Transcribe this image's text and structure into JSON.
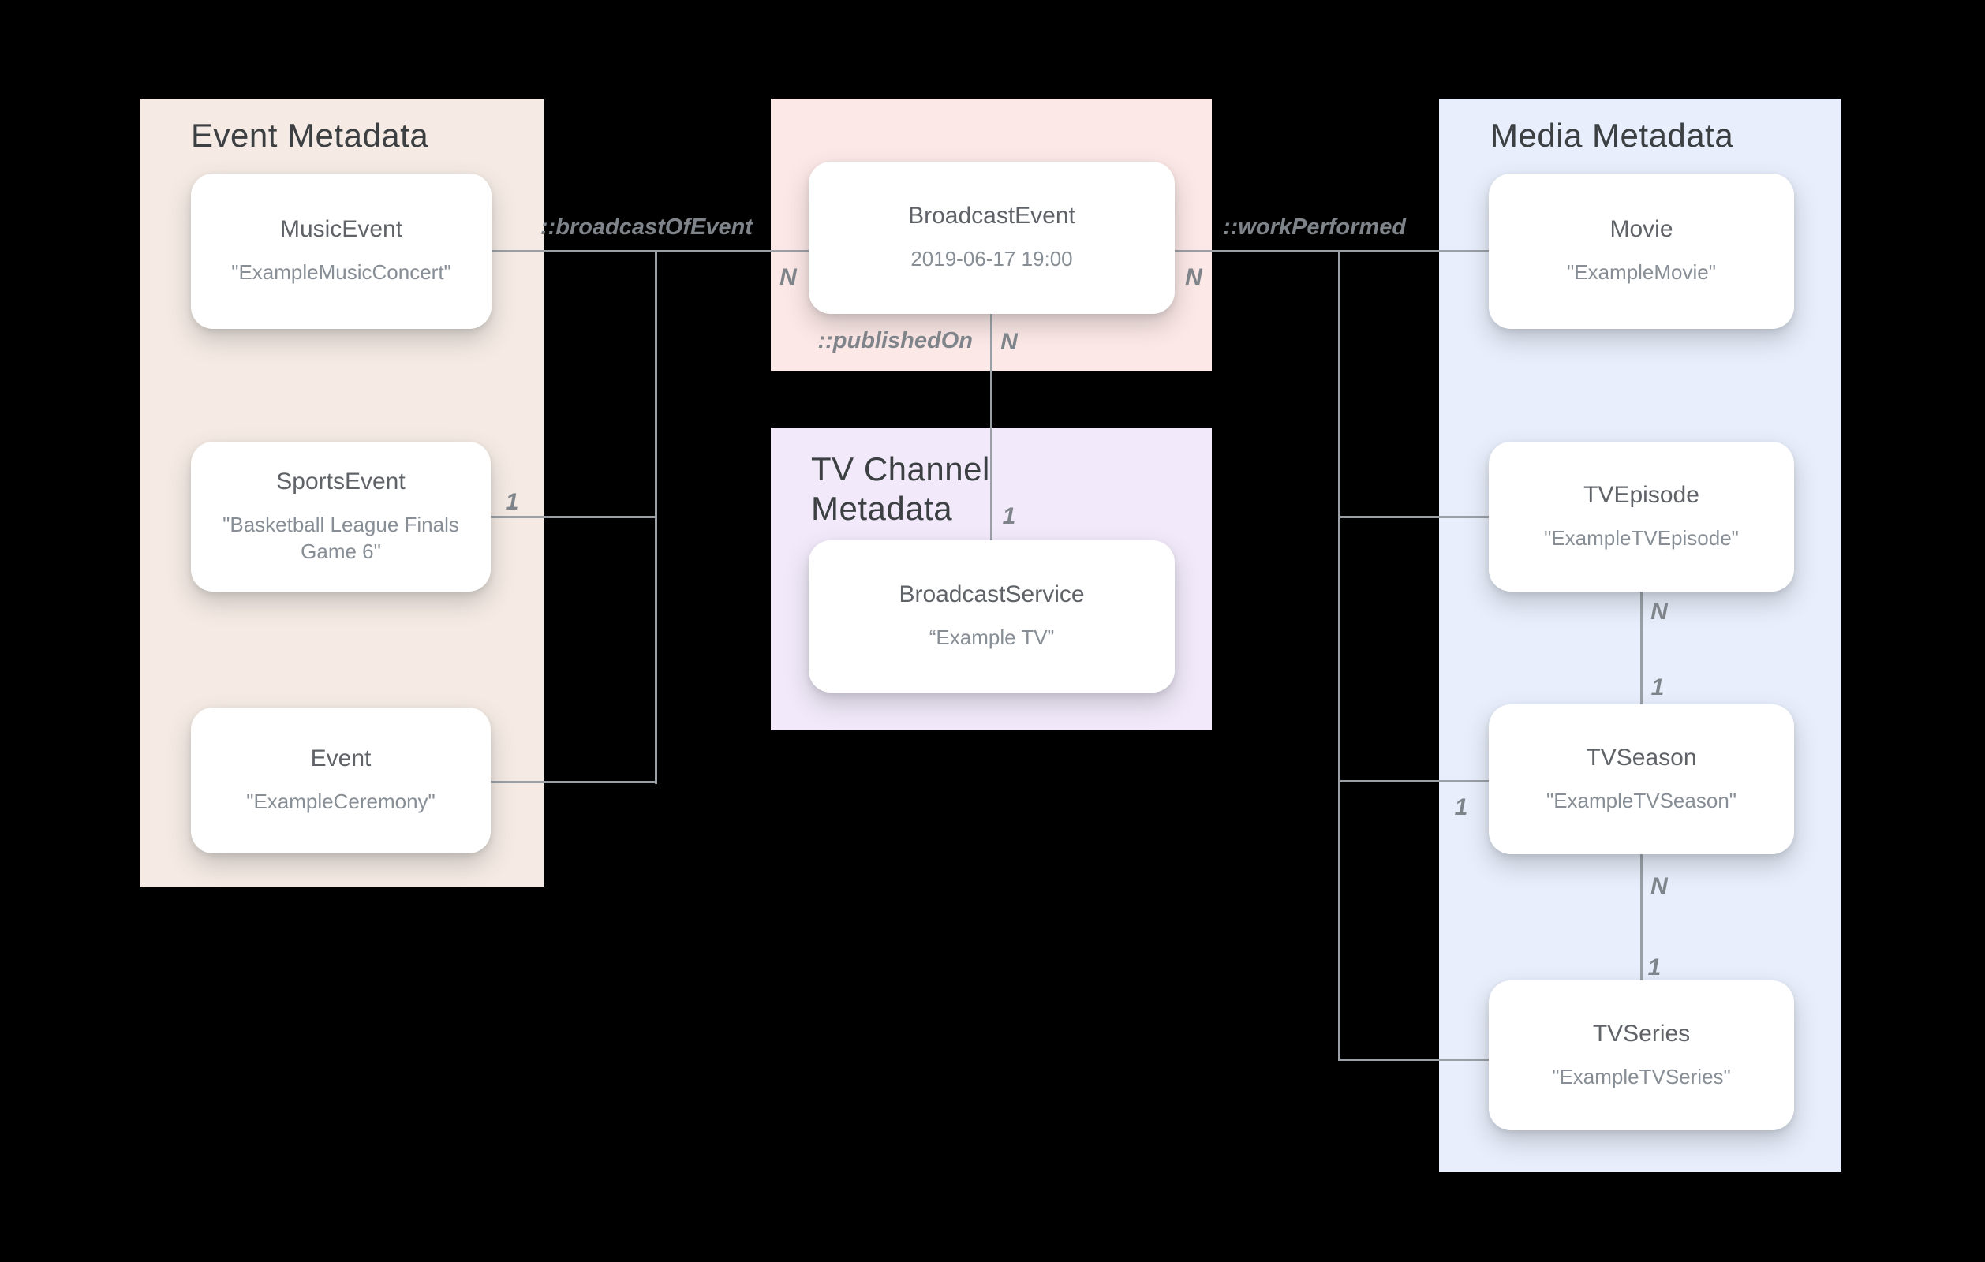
{
  "colors": {
    "background": "#000000",
    "event_panel": "#F5EBE4",
    "broadcast_panel": "#FCE8E6",
    "tv_channel_panel": "#F2EAFA",
    "media_panel": "#E8EEFB",
    "card_background": "#FFFFFF",
    "panel_title_text": "#3C4043",
    "card_title_text": "#5F6368",
    "card_value_text": "#878E95",
    "connector_line": "#9AA0A6",
    "edge_label_text": "#7E848A"
  },
  "panels": {
    "event": {
      "title": "Event Metadata"
    },
    "tv_channel": {
      "title": "TV Channel Metadata"
    },
    "media": {
      "title": "Media Metadata"
    }
  },
  "cards": {
    "music_event": {
      "title": "MusicEvent",
      "value": "\"ExampleMusicConcert\""
    },
    "sports_event": {
      "title": "SportsEvent",
      "value": "\"Basketball League Finals Game 6\""
    },
    "event": {
      "title": "Event",
      "value": "\"ExampleCeremony\""
    },
    "broadcast_event": {
      "title": "BroadcastEvent",
      "value": "2019-06-17 19:00"
    },
    "broadcast_service": {
      "title": "BroadcastService",
      "value": "“Example TV”"
    },
    "movie": {
      "title": "Movie",
      "value": "\"ExampleMovie\""
    },
    "tv_episode": {
      "title": "TVEpisode",
      "value": "\"ExampleTVEpisode\""
    },
    "tv_season": {
      "title": "TVSeason",
      "value": "\"ExampleTVSeason\""
    },
    "tv_series": {
      "title": "TVSeries",
      "value": "\"ExampleTVSeries\""
    }
  },
  "edge_labels": {
    "broadcast_of_event": "::broadcastOfEvent",
    "work_performed": "::workPerformed",
    "published_on": "::publishedOn"
  },
  "cardinality": {
    "n": "N",
    "one": "1"
  }
}
